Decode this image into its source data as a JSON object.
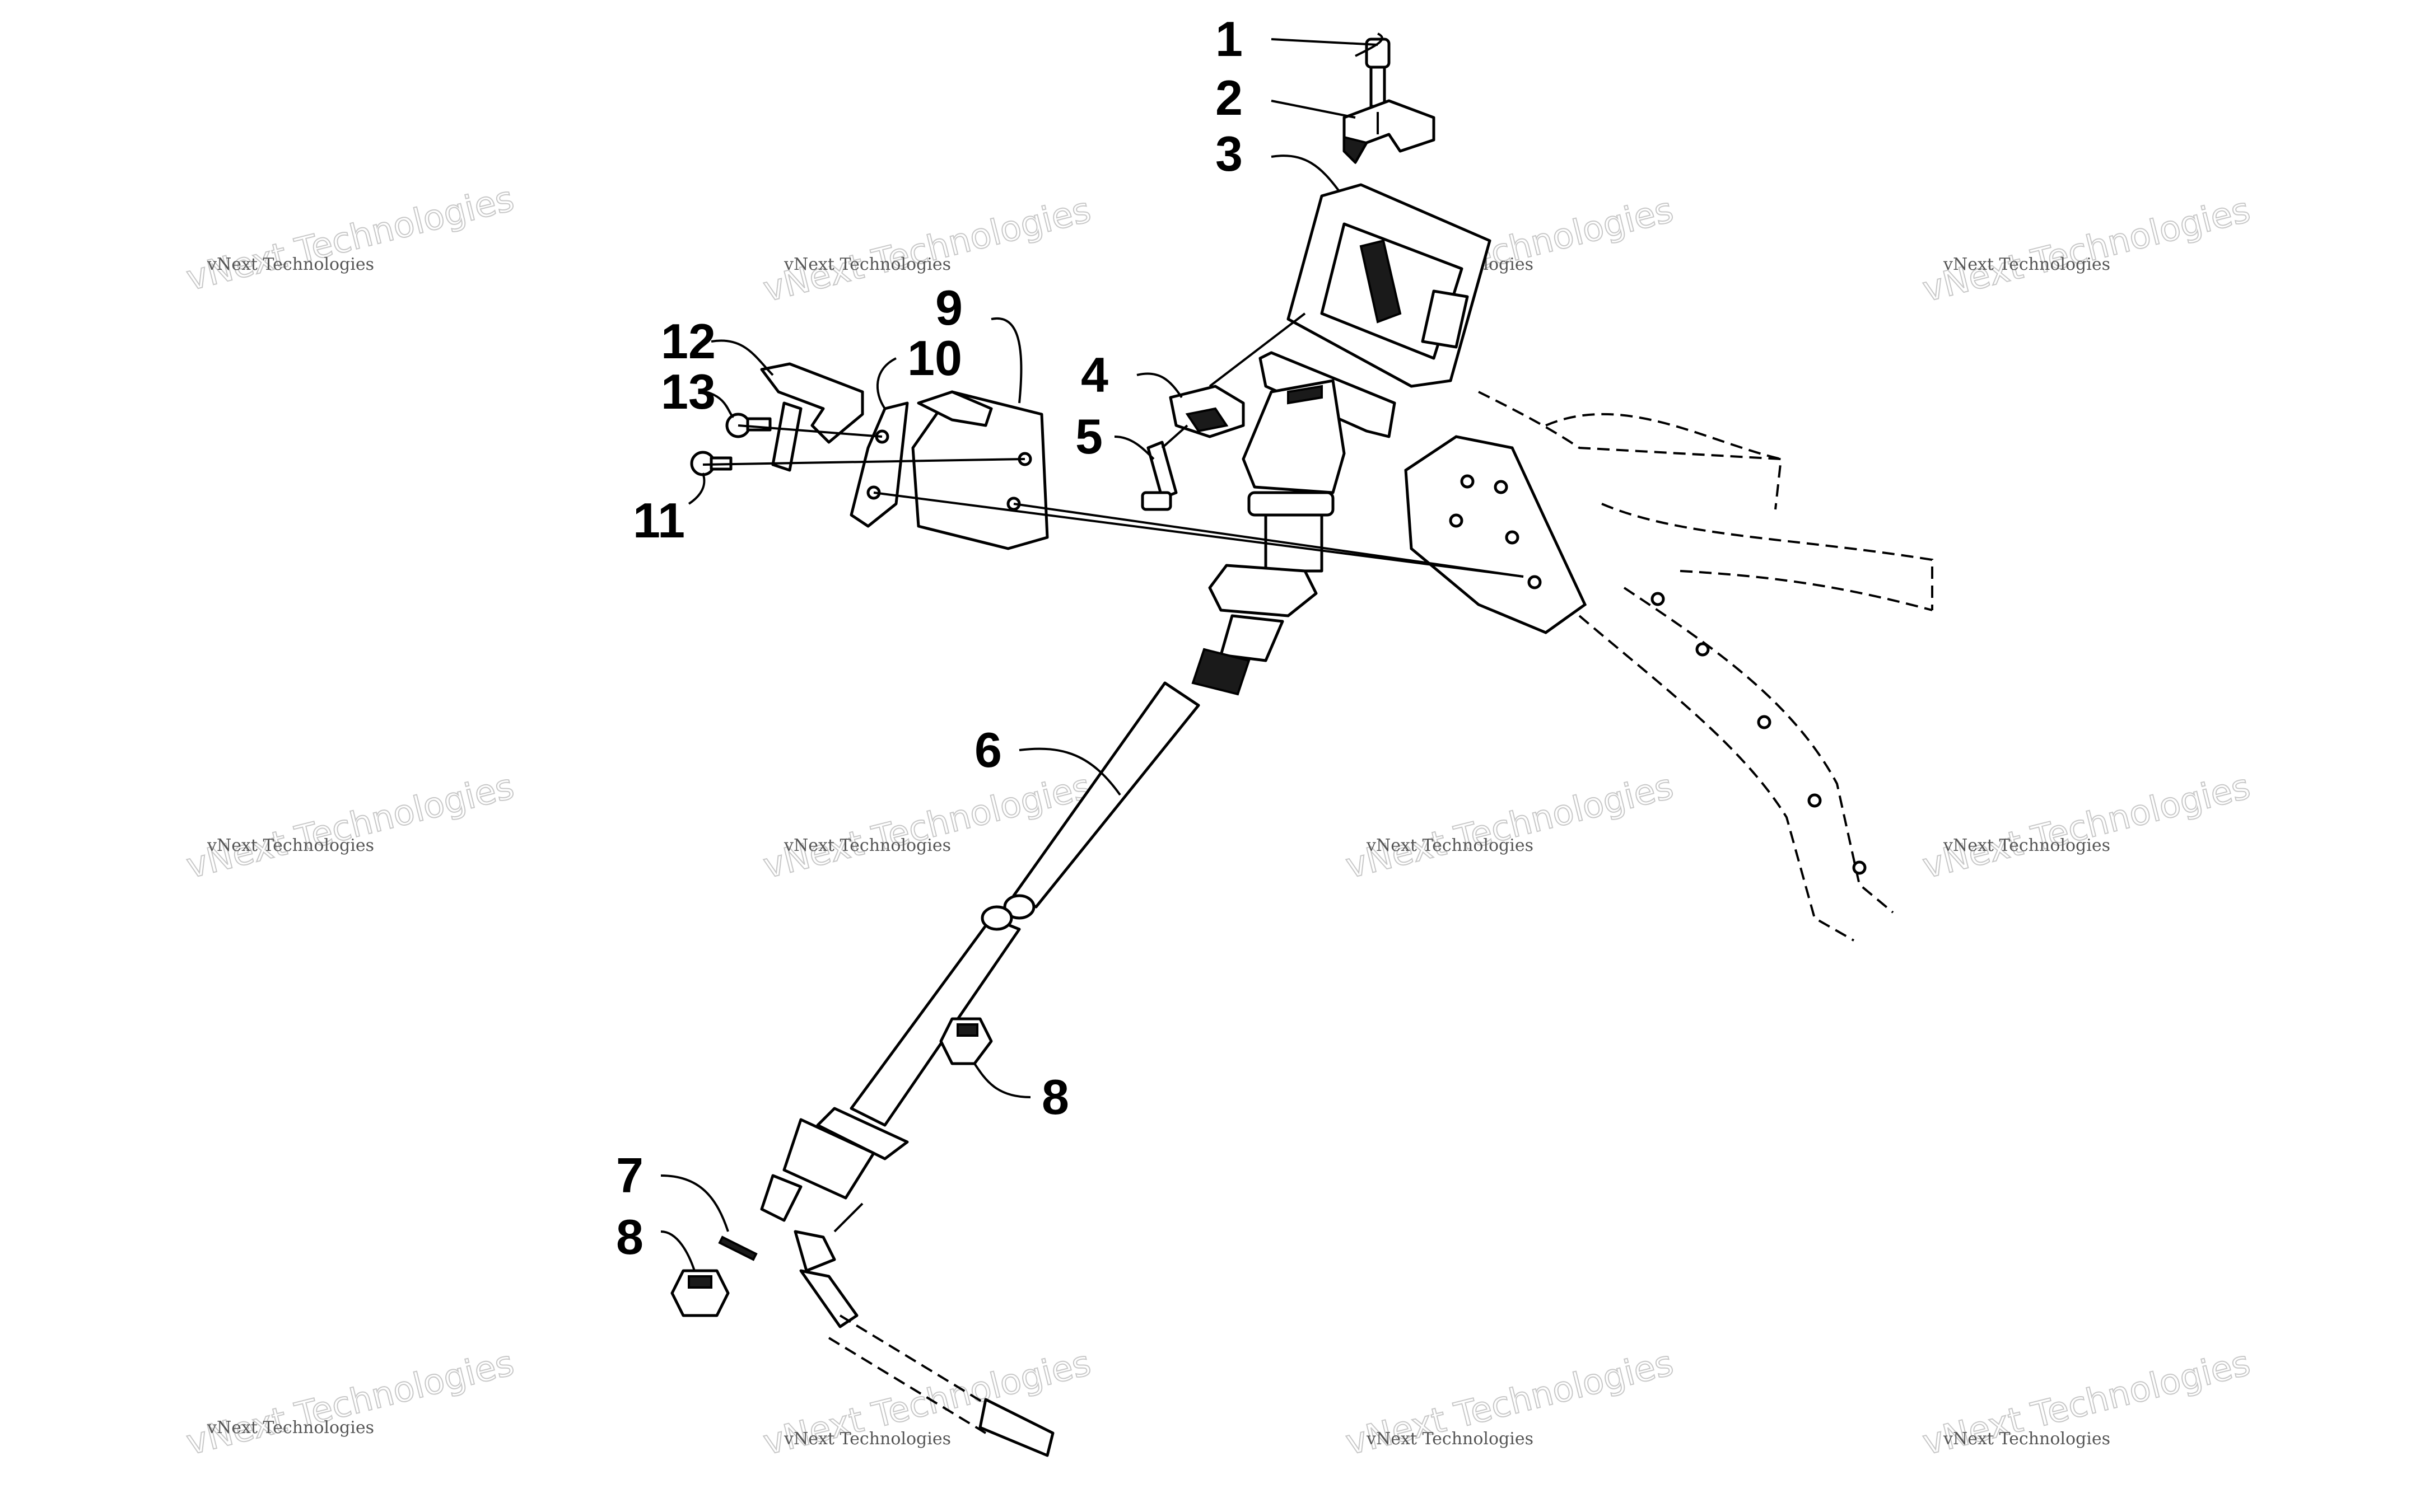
{
  "watermark": {
    "label": "vNext Technologies",
    "stamp": "vNext Technologies"
  },
  "callouts": [
    {
      "id": "1",
      "label": "1"
    },
    {
      "id": "2",
      "label": "2"
    },
    {
      "id": "3",
      "label": "3"
    },
    {
      "id": "4",
      "label": "4"
    },
    {
      "id": "5",
      "label": "5"
    },
    {
      "id": "6",
      "label": "6"
    },
    {
      "id": "7",
      "label": "7"
    },
    {
      "id": "8a",
      "label": "8"
    },
    {
      "id": "8b",
      "label": "8"
    },
    {
      "id": "9",
      "label": "9"
    },
    {
      "id": "10",
      "label": "10"
    },
    {
      "id": "11",
      "label": "11"
    },
    {
      "id": "12",
      "label": "12"
    },
    {
      "id": "13",
      "label": "13"
    }
  ]
}
